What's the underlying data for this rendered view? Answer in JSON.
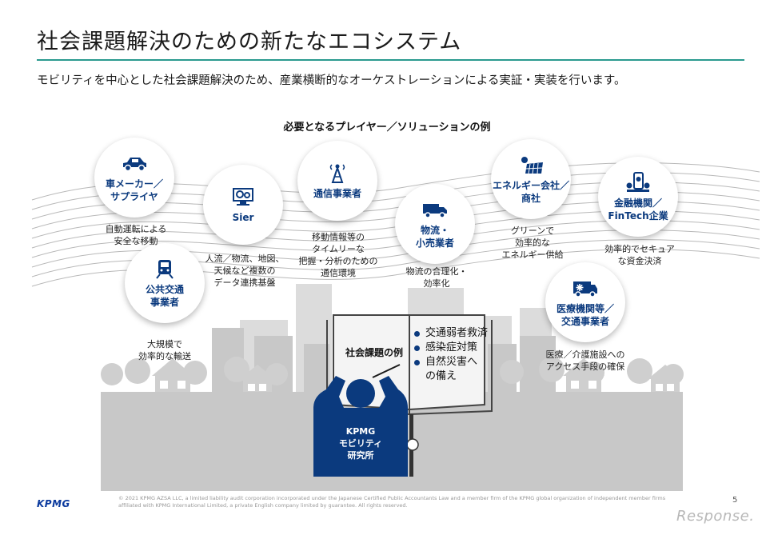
{
  "title": "社会課題解決のための新たなエコシステム",
  "subtitle": "モビリティを中心とした社会課題解決のため、産業横断的なオーケストレーションによる実証・実装を行います。",
  "diagram": {
    "heading": "必要となるプレイヤー／ソリューションの例",
    "colors": {
      "accent_blue": "#0b3a7e",
      "rule_teal": "#2a9a8f",
      "city_gray": "#c8c8c8"
    },
    "nodes": [
      {
        "id": "car",
        "icon": "car-icon",
        "label": "車メーカー／\nサプライヤ",
        "desc": "自動運転による\n安全な移動"
      },
      {
        "id": "sier",
        "icon": "monitor-gear-icon",
        "label": "Sier",
        "desc": "人流／物流、地図、\n天候など複数の\nデータ連携基盤"
      },
      {
        "id": "telecom",
        "icon": "antenna-tower-icon",
        "label": "通信事業者",
        "desc": "移動情報等の\nタイムリーな\n把握・分析のための\n通信環境"
      },
      {
        "id": "logistics",
        "icon": "truck-icon",
        "label": "物流・\n小売業者",
        "desc": "物流の合理化・\n効率化"
      },
      {
        "id": "energy",
        "icon": "solar-panel-icon",
        "label": "エネルギー会社／\n商社",
        "desc": "グリーンで\n効率的な\nエネルギー供給"
      },
      {
        "id": "finance",
        "icon": "phone-coins-icon",
        "label": "金融機関／\nFinTech企業",
        "desc": "効率的でセキュア\nな資金決済"
      },
      {
        "id": "transit",
        "icon": "train-icon",
        "label": "公共交通\n事業者",
        "desc": "大規模で\n効率的な輸送"
      },
      {
        "id": "medical",
        "icon": "ambulance-icon",
        "label": "医療機関等／\n交通事業者",
        "desc": "医療／介護施設への\nアクセス手段の確保"
      }
    ],
    "book": {
      "title": "社会課題の例",
      "items": [
        "交通弱者救済",
        "感染症対策",
        "自然災害へ\nの備え"
      ]
    },
    "person_label": "KPMG\nモビリティ\n研究所"
  },
  "footer": {
    "logo": "KPMG",
    "legal": "© 2021 KPMG AZSA LLC, a limited liability audit corporation incorporated under the Japanese Certified Public Accountants Law and a member firm of the KPMG global organization of independent member firms affiliated with KPMG International Limited, a private English company limited by guarantee. All rights reserved.",
    "page_number": "5",
    "watermark": "Response."
  }
}
